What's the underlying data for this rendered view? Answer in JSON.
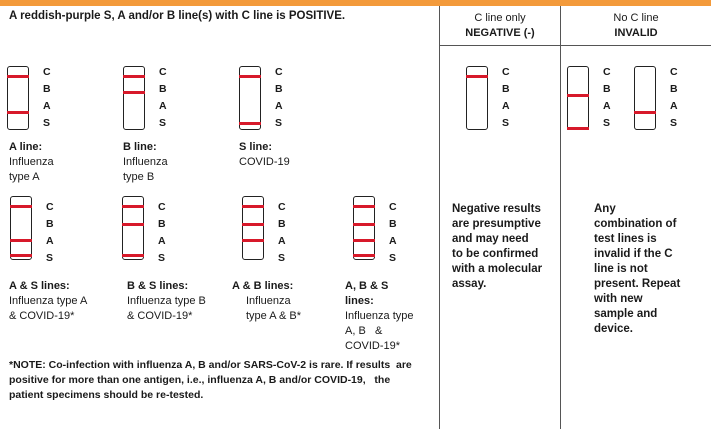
{
  "header": {
    "positive_rule": "A reddish-purple S, A and/or B line(s) with C line is POSITIVE.",
    "negative_title": "C line only",
    "negative_label": "NEGATIVE (-)",
    "invalid_title": "No C line",
    "invalid_label": "INVALID"
  },
  "strip_labels": {
    "c": "C",
    "b": "B",
    "a": "A",
    "s": "S"
  },
  "positive_results": [
    {
      "title": "A line:",
      "desc1": "Influenza",
      "desc2": "type A",
      "desc3": "",
      "desc4": ""
    },
    {
      "title": "B line:",
      "desc1": "Influenza",
      "desc2": "type B",
      "desc3": "",
      "desc4": ""
    },
    {
      "title": "S line:",
      "desc1": "COVID-19",
      "desc2": "",
      "desc3": "",
      "desc4": ""
    },
    {
      "title": "A & S lines:",
      "desc1": "Influenza type A",
      "desc2": "& COVID-19*",
      "desc3": "",
      "desc4": ""
    },
    {
      "title": "B & S lines:",
      "desc1": "Influenza type B",
      "desc2": "& COVID-19*",
      "desc3": "",
      "desc4": ""
    },
    {
      "title": "A & B lines:",
      "desc1": "Influenza",
      "desc2": "type A & B*",
      "desc3": "",
      "desc4": ""
    },
    {
      "title1": "A, B & S",
      "title2": "lines:",
      "desc1": "Influenza type",
      "desc2": "A, B   &",
      "desc3": "COVID-19*"
    }
  ],
  "note": {
    "line1": "*NOTE: Co-infection with influenza A, B and/or SARS-CoV-2 is rare. If results  are",
    "line2": "positive for more than one antigen, i.e., influenza A, B and/or COVID-19,   the",
    "line3": "patient specimens should be re-tested."
  },
  "negative_note": [
    "Negative results",
    "are presumptive",
    "and may need",
    "to be confirmed",
    "with a molecular",
    "assay."
  ],
  "invalid_note": [
    "Any",
    "combination of",
    "test lines is",
    "invalid if the C",
    "line is not",
    "present. Repeat",
    "with new",
    "sample and",
    "device."
  ],
  "colors": {
    "accent": "#f39a3b",
    "test_line": "#d7192a"
  }
}
